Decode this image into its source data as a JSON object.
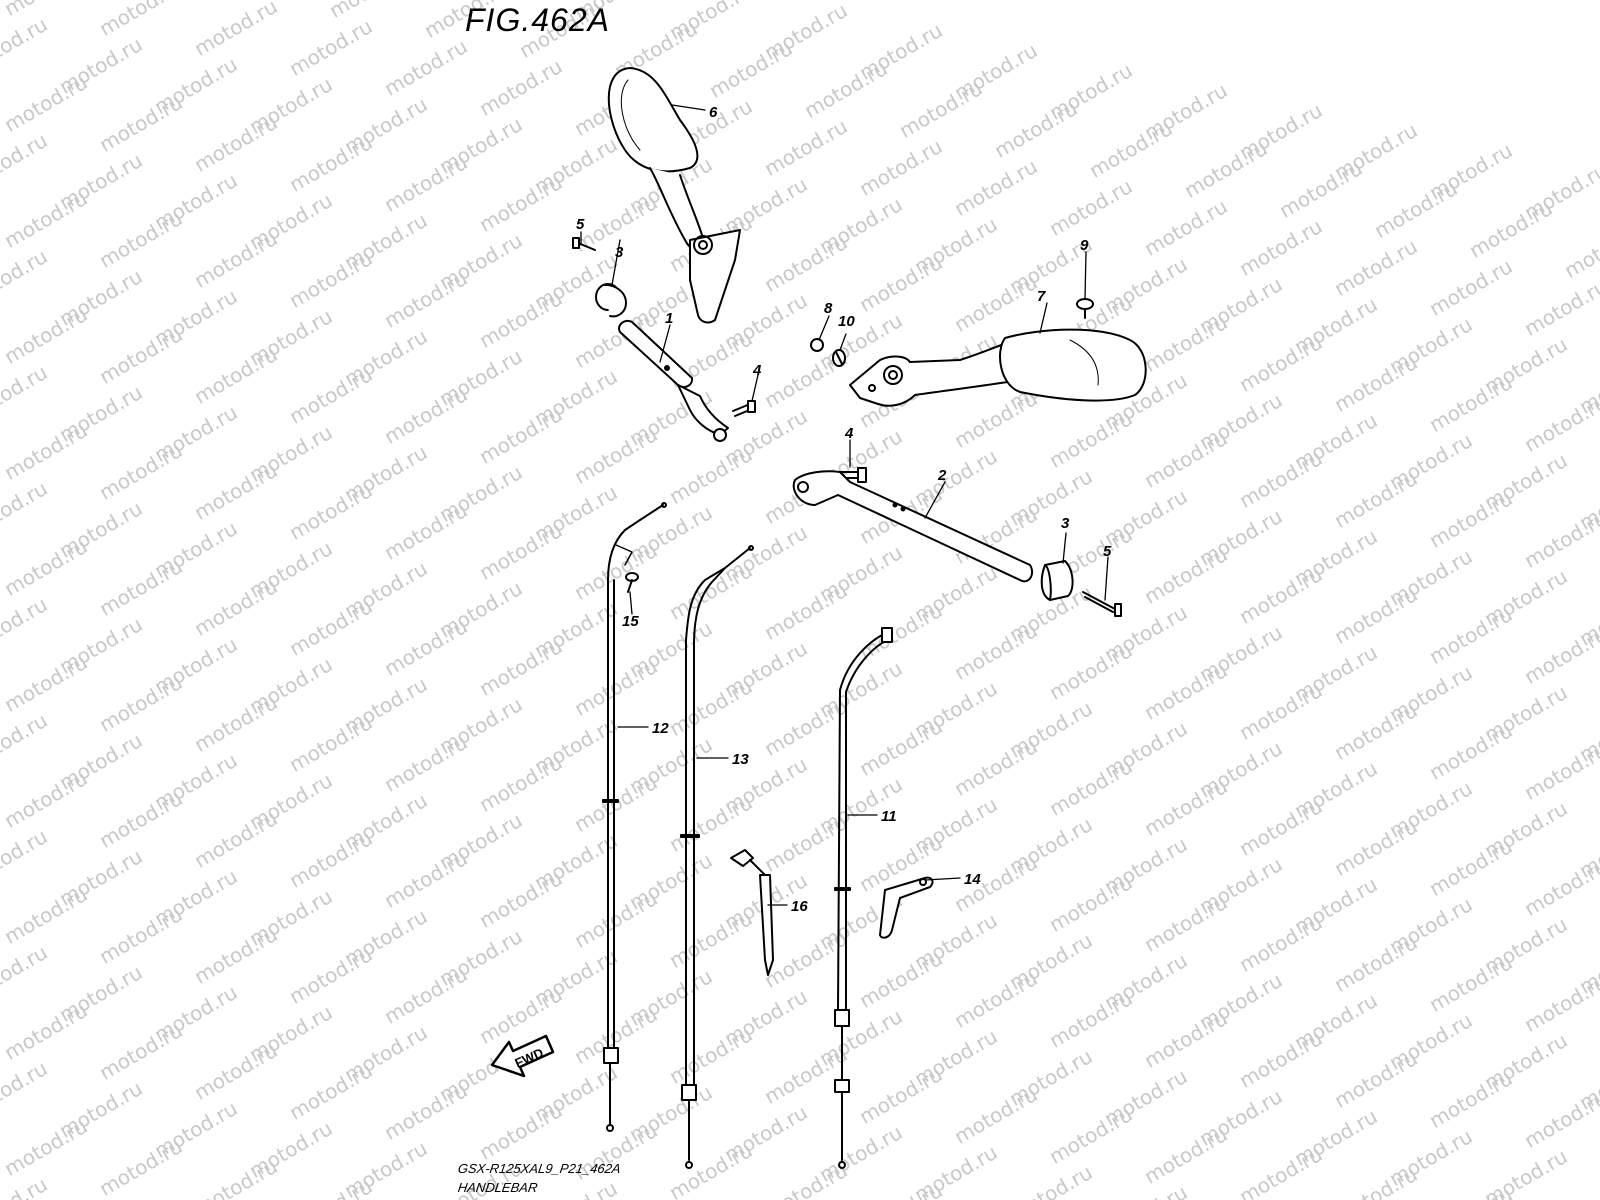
{
  "figure_title": "FIG.462A",
  "watermark": "motod.ru",
  "footer": {
    "code": "GSX-R125XAL9_P21_462A",
    "name": "HANDLEBAR"
  },
  "fwd_label": "FWD",
  "callouts": {
    "c6": "6",
    "c5a": "5",
    "c3a": "3",
    "c1": "1",
    "c4a": "4",
    "c8": "8",
    "c10": "10",
    "c9": "9",
    "c7": "7",
    "c4b": "4",
    "c2": "2",
    "c3b": "3",
    "c5b": "5",
    "c15": "15",
    "c12": "12",
    "c13": "13",
    "c11": "11",
    "c14": "14",
    "c16": "16"
  }
}
